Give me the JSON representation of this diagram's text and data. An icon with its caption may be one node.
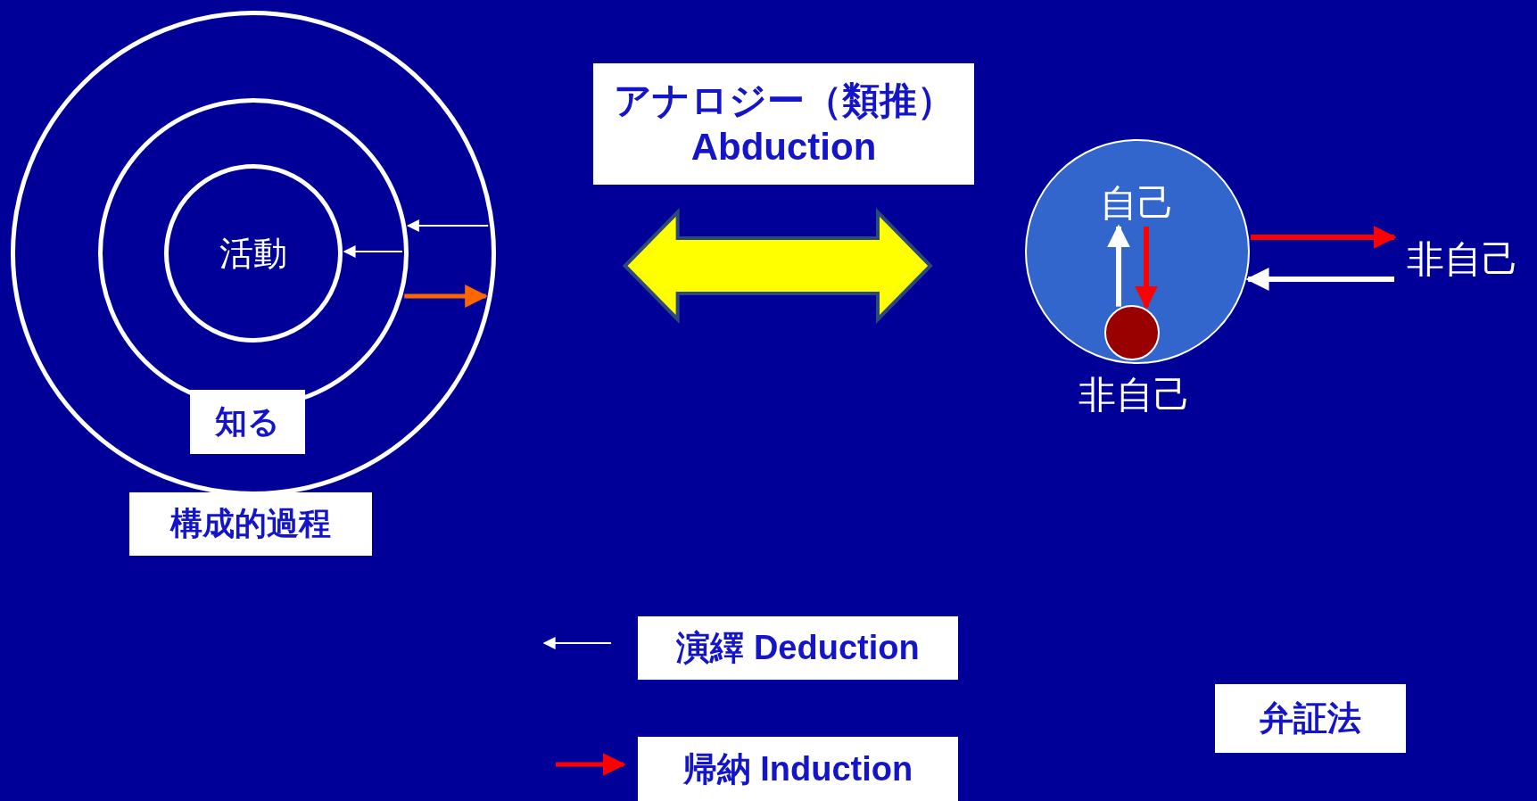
{
  "diagram": {
    "nodes": [
      {
        "text": [],
        "shape": "circle"
      },
      {
        "text": [],
        "shape": "circle",
        "in": 0
      },
      {
        "text": [
          "活動"
        ],
        "in": 1
      },
      {
        "text": [
          "知る"
        ],
        "in": 0
      },
      {
        "text": [
          "構成的過程"
        ]
      },
      {
        "text": [
          "アナロジー（類推） Abduction"
        ]
      },
      {
        "text": [],
        "shape": "circle"
      },
      {
        "text": [
          "自己"
        ],
        "in": 6
      },
      {
        "text": [],
        "shape": "circle",
        "in": 6,
        "beside": [
          "非自己"
        ]
      },
      {
        "text": [
          "非自己"
        ]
      },
      {
        "text": [
          "弁証法"
        ]
      }
    ],
    "edges": [
      {
        "from": 0,
        "to": 1,
        "arrow": "to"
      },
      {
        "from": 1,
        "to": 2,
        "arrow": "to"
      },
      {
        "from": 1,
        "to": 0,
        "arrow": "to",
        "color": "#ff6600"
      },
      {
        "from": 0,
        "to": 6,
        "arrow": "both",
        "style": "thick",
        "color": "#ffff00"
      },
      {
        "from": 8,
        "to": 7,
        "arrow": "to"
      },
      {
        "from": 7,
        "to": 8,
        "arrow": "to",
        "color": "#ff0000"
      },
      {
        "from": 6,
        "to": 9,
        "arrow": "to",
        "color": "#ff0000"
      },
      {
        "from": 9,
        "to": 6,
        "arrow": "to"
      }
    ],
    "legend": [
      {
        "text": "演繹 Deduction"
      },
      {
        "text": "帰納 Induction"
      }
    ]
  }
}
